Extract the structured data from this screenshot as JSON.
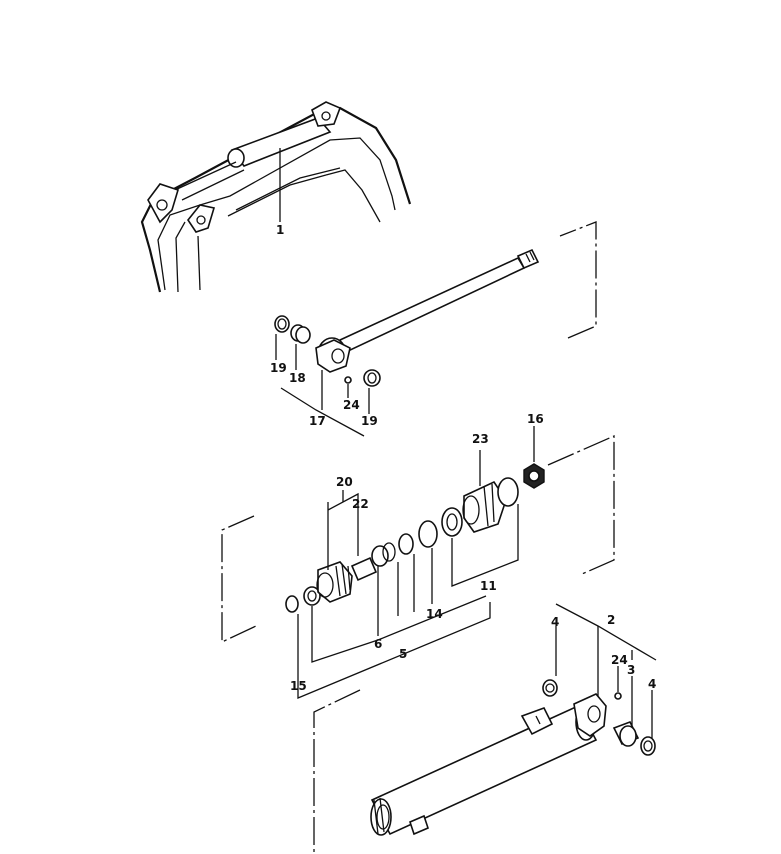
{
  "diagram": {
    "callouts": {
      "c1": "1",
      "c2": "2",
      "c3": "3",
      "c4a": "4",
      "c4b": "4",
      "c5": "5",
      "c6": "6",
      "c11": "11",
      "c14": "14",
      "c15": "15",
      "c16": "16",
      "c17": "17",
      "c18": "18",
      "c19a": "19",
      "c19b": "19",
      "c20": "20",
      "c22": "22",
      "c23": "23",
      "c24a": "24",
      "c24b": "24"
    }
  }
}
